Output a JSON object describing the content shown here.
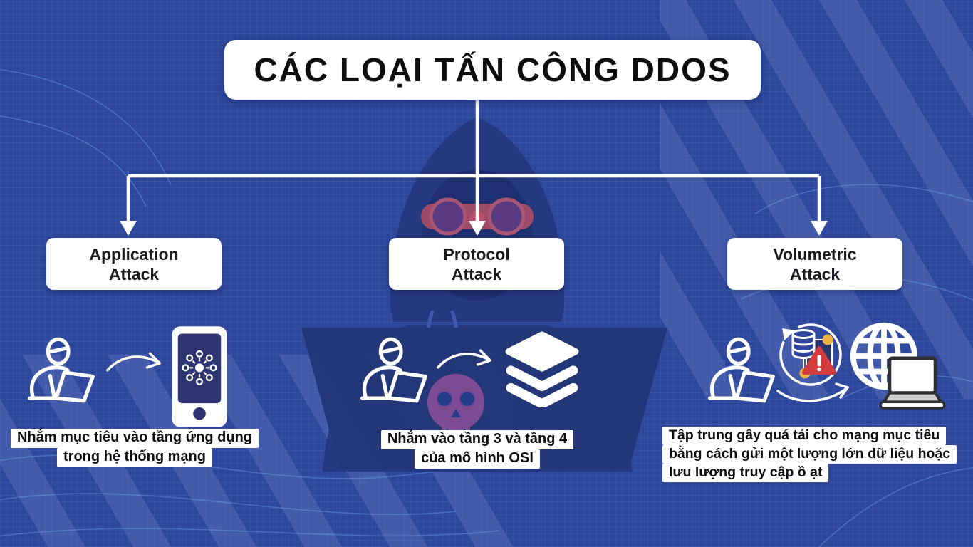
{
  "title": "CÁC LOẠI TẤN CÔNG DDOS",
  "branches": [
    {
      "name": "application-attack",
      "label_lines": [
        "Application",
        "Attack"
      ],
      "desc_lines": [
        "Nhắm mục tiêu vào tầng ứng dụng",
        "trong hệ thống mạng"
      ],
      "icons": [
        "hacker-at-laptop-icon",
        "curved-arrow-icon",
        "smartphone-network-icon"
      ]
    },
    {
      "name": "protocol-attack",
      "label_lines": [
        "Protocol",
        "Attack"
      ],
      "desc_lines": [
        "Nhắm vào tầng 3 và tầng 4",
        "của mô hình OSI"
      ],
      "icons": [
        "hacker-at-laptop-icon",
        "curved-arrow-icon",
        "layers-icon"
      ]
    },
    {
      "name": "volumetric-attack",
      "label_lines": [
        "Volumetric",
        "Attack"
      ],
      "desc_lines": [
        "Tập trung gây quá tải cho mạng mục tiêu",
        "bằng cách gửi một lượng lớn dữ liệu hoặc",
        "lưu lượng truy cập ồ ạt"
      ],
      "icons": [
        "hacker-at-laptop-icon",
        "data-sync-warning-icon",
        "globe-icon",
        "laptop-icon"
      ]
    }
  ],
  "background": {
    "watermark": "hooded-hacker-silhouette-with-goggles-and-skull"
  },
  "colors": {
    "canvas_blue": "#2d479c",
    "panel_white": "#ffffff",
    "text_black": "#111116",
    "connector_white": "#ffffff",
    "warning_red": "#d33c3c",
    "node_yellow": "#edb441",
    "screen_navy": "#2e3472",
    "silhouette_navy": "#25387f",
    "skull_purple": "#93519a"
  }
}
